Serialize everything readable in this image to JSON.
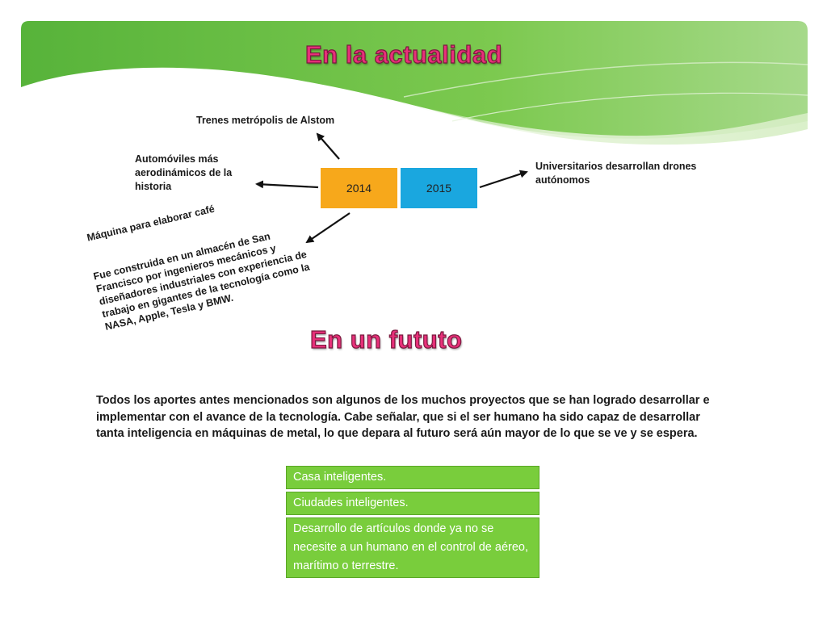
{
  "titles": {
    "top": "En la actualidad",
    "bottom": "En un fututo"
  },
  "timeline": {
    "years": [
      "2014",
      "2015"
    ],
    "labels": {
      "trains": "Trenes metrópolis de Alstom",
      "cars": "Automóviles más aerodinámicos de la historia",
      "drones": "Universitarios desarrollan drones autónomos",
      "coffee": "Máquina para elaborar café",
      "coffee_desc": "Fue construida en un almacén de San Francisco por ingenieros mecánicos y diseñadores industriales con experiencia de trabajo en gigantes de la tecnología como la NASA, Apple, Tesla y BMW."
    }
  },
  "paragraph": "Todos los aportes antes mencionados son algunos de los muchos proyectos que se han logrado desarrollar e implementar con el avance de la tecnología. Cabe señalar, que si el ser humano ha sido capaz de desarrollar tanta inteligencia en máquinas de metal, lo que depara al futuro será aún mayor de lo que se ve y se espera.",
  "future_items": [
    "Casa inteligentes.",
    "Ciudades inteligentes.",
    "Desarrollo de artículos donde ya no se necesite a un humano en el control de aéreo, marítimo o terrestre."
  ],
  "colors": {
    "banner_green": "#6cc24a",
    "title_pink": "#e8307a",
    "box_2014": "#f7a81b",
    "box_2015": "#1aa7df",
    "list_green": "#79cd3c"
  }
}
